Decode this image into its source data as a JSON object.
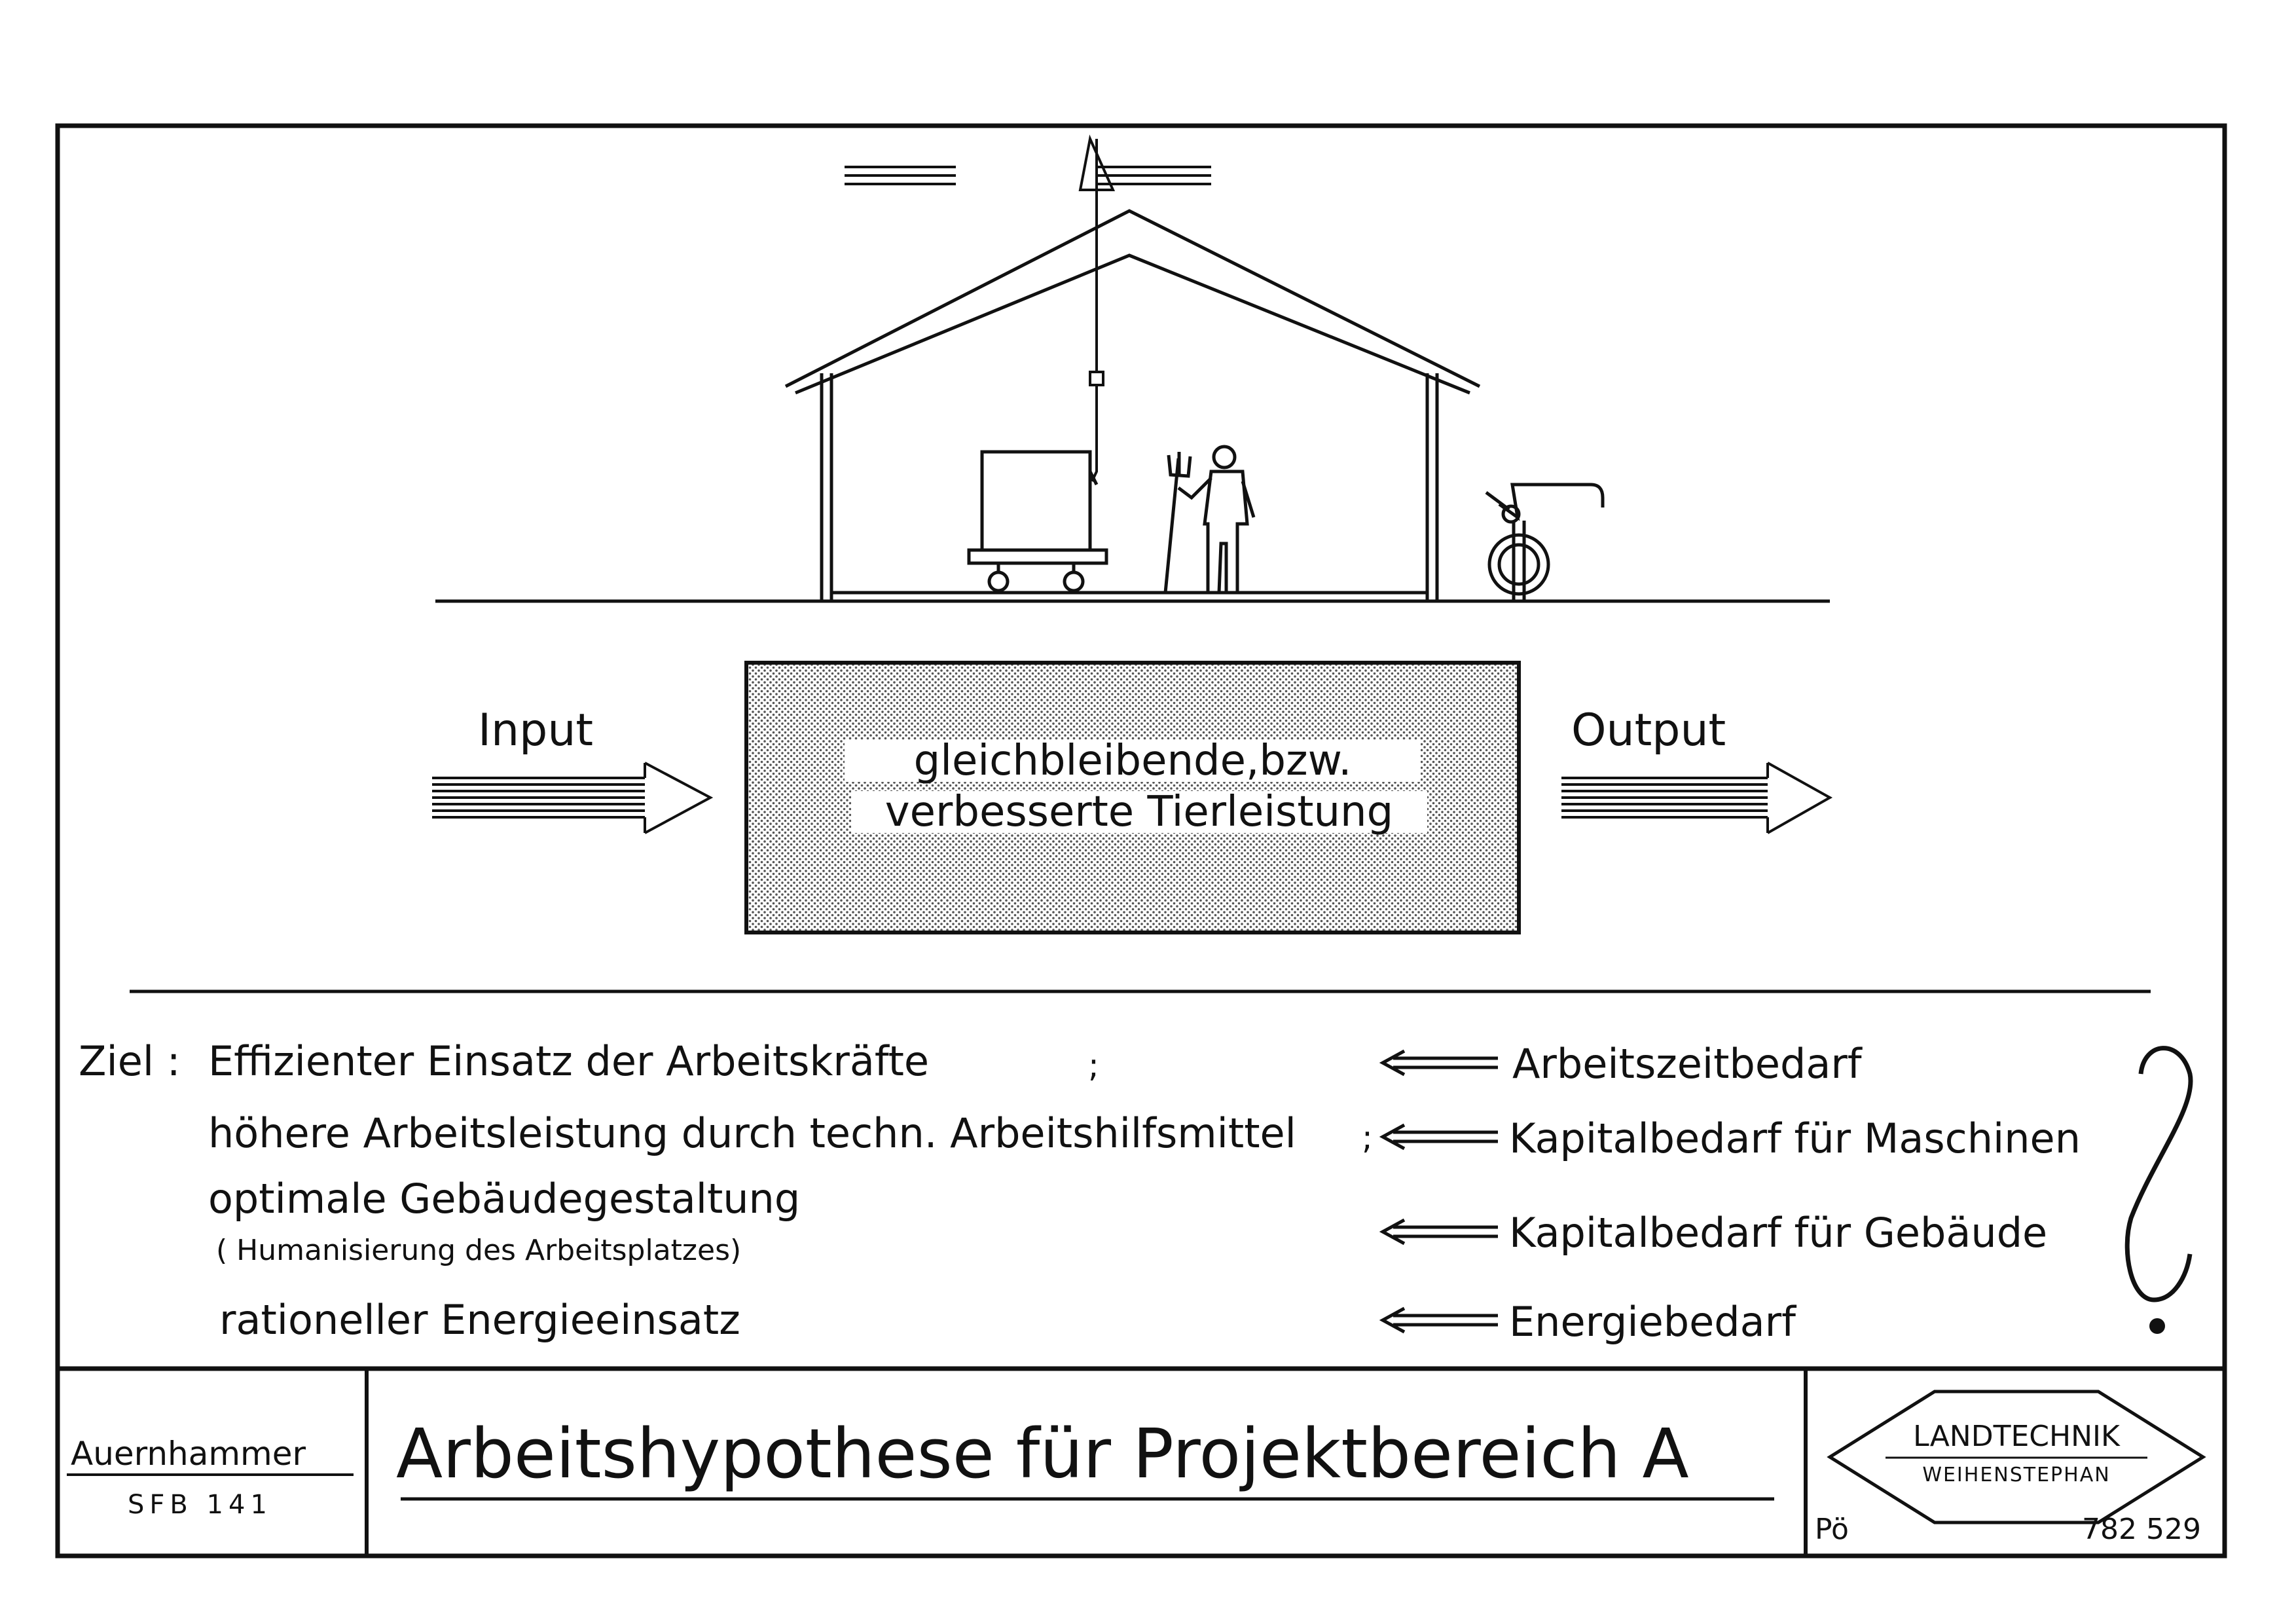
{
  "diagram": {
    "input_label": "Input",
    "output_label": "Output",
    "box_line1": "gleichbleibende,bzw.",
    "box_line2": "verbesserte Tierleistung"
  },
  "goals": {
    "prefix": "Ziel :",
    "items": [
      {
        "text": "Effizienter Einsatz der Arbeitskräfte",
        "sep": ";",
        "target": "Arbeitszeitbedarf"
      },
      {
        "text": "höhere Arbeitsleistung durch techn. Arbeitshilfsmittel",
        "sep": ";",
        "target": "Kapitalbedarf für Maschinen"
      },
      {
        "text": "optimale Gebäudegestaltung",
        "sub": "( Humanisierung des Arbeitsplatzes)",
        "target": "Kapitalbedarf für Gebäude"
      },
      {
        "text": "rationeller Energieeinsatz",
        "target": "Energiebedarf"
      }
    ],
    "question_mark": "?"
  },
  "footer": {
    "author": "Auernhammer",
    "project": "SFB 141",
    "title": "Arbeitshypothese für Projektbereich A",
    "logo_line1": "LANDTECHNIK",
    "logo_line2": "WEIHENSTEPHAN",
    "initials": "Pö",
    "number": "782 529"
  }
}
